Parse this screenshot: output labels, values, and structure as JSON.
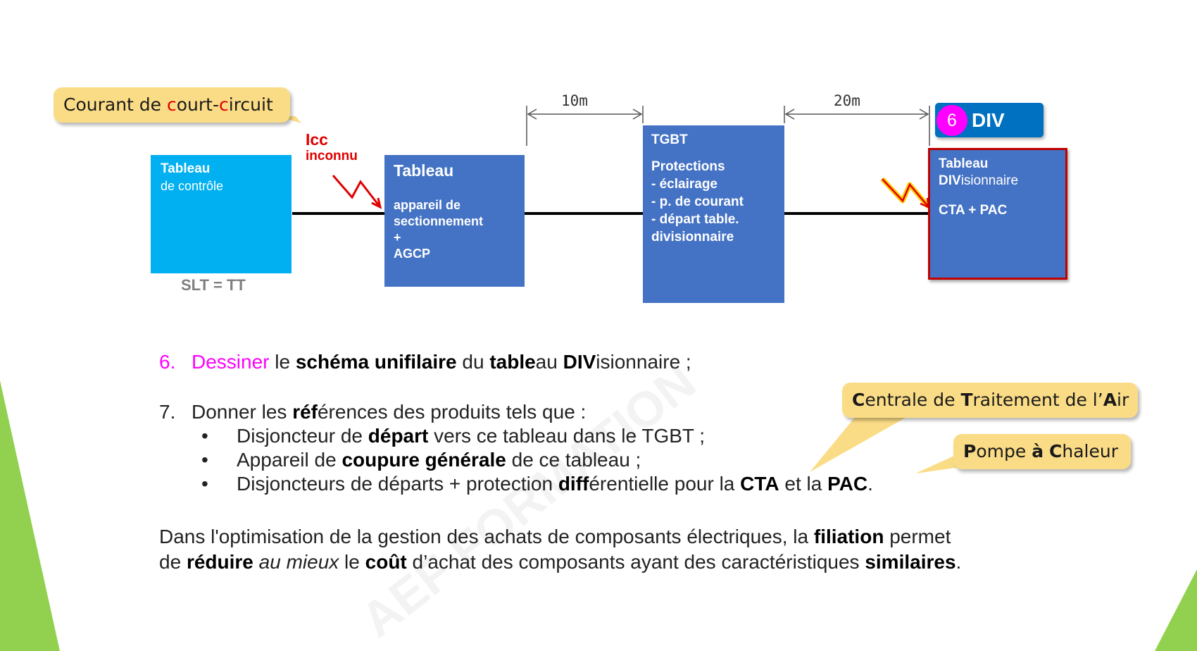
{
  "callouts": {
    "court_circuit": {
      "a": "Courant de ",
      "b": "c",
      "c": "ourt-",
      "d": "c",
      "e": "ircuit"
    },
    "cta": {
      "a": "C",
      "b": "entrale de ",
      "c": "T",
      "d": "raitement de l’",
      "e": "A",
      "f": "ir"
    },
    "pac": {
      "a": "P",
      "b": "ompe ",
      "c": "à",
      "d": " ",
      "e": "C",
      "f": "haleur"
    }
  },
  "icc": {
    "line1": "Icc",
    "line2": "inconnu"
  },
  "distances": {
    "d1": "10m",
    "d2": "20m"
  },
  "div_badge": {
    "number": "6",
    "label": "DIV"
  },
  "boxes": {
    "controle": {
      "title": "Tableau",
      "sub": "de contrôle",
      "caption": "SLT = TT"
    },
    "sectionnement": {
      "title": "Tableau",
      "body": "appareil de\nsectionnement\n    +\nAGCP"
    },
    "tgbt": {
      "title": "TGBT",
      "body": "Protections\n- éclairage\n- p. de courant\n- départ table.\ndivisionnaire"
    },
    "divisionnaire": {
      "line1": "Tableau",
      "line2a": "DIV",
      "line2b": "isionnaire",
      "line3": "CTA + PAC"
    }
  },
  "q6": {
    "num": "6.",
    "a": "Dessiner",
    "b": " le ",
    "c": "schéma unifilaire",
    "d": " du ",
    "e": "table",
    "f": "au ",
    "g": "DIV",
    "h": "isionnaire ;"
  },
  "q7": {
    "num": "7.",
    "intro_a": "Donner les ",
    "intro_b": "réf",
    "intro_c": "érences des produits tels que :",
    "bullet": "•",
    "i1_a": "Disjoncteur de ",
    "i1_b": "départ",
    "i1_c": " vers ce tableau dans le TGBT ;",
    "i2_a": "Appareil de ",
    "i2_b": "coupure générale",
    "i2_c": " de ce tableau ;",
    "i3_a": "Disjoncteurs de départs + protection ",
    "i3_b": "diff",
    "i3_c": "érentielle pour la ",
    "i3_d": "CTA",
    "i3_e": " et la ",
    "i3_f": "PAC",
    "i3_g": "."
  },
  "conclusion": {
    "l1_a": "Dans l'optimisation de la gestion des achats de composants électriques, la ",
    "l1_b": "filiation",
    "l1_c": " permet",
    "l2_a": "de ",
    "l2_b": "réduire",
    "l2_c": " ",
    "l2_d": "au mieux",
    "l2_e": " le ",
    "l2_f": "coût",
    "l2_g": " d’achat des composants ayant des caractéristiques ",
    "l2_h": "similaires",
    "l2_i": "."
  },
  "colors": {
    "light_blue": "#00b0f0",
    "blue": "#4472c4",
    "div_blue": "#0070c0",
    "magenta": "#ff00ff",
    "red": "#e00000",
    "callout": "#fbdc86",
    "green": "#92d050"
  }
}
